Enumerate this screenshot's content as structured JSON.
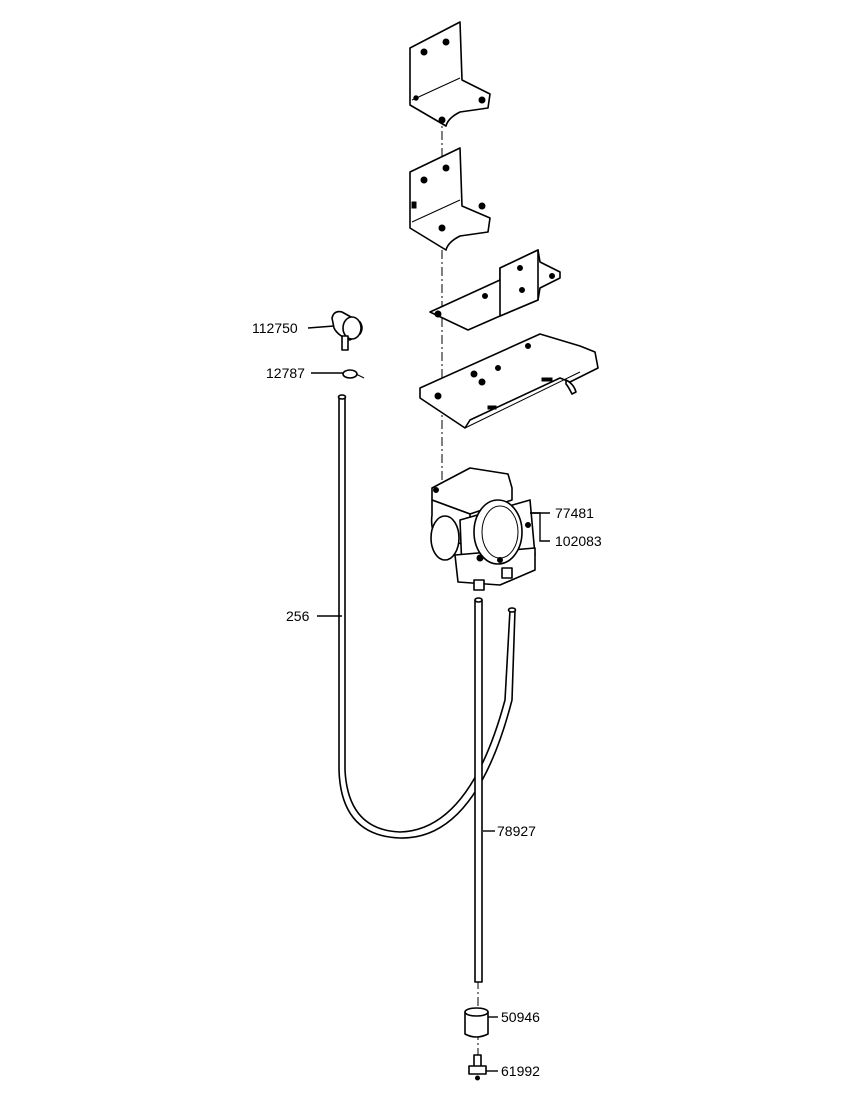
{
  "callouts": {
    "pressure_switch": "112750",
    "clip": "12787",
    "tube_256": "256",
    "gauge": "77481",
    "gauge_bracket": "102083",
    "tube_78927": "78927",
    "sleeve": "50946",
    "fitting": "61992"
  }
}
